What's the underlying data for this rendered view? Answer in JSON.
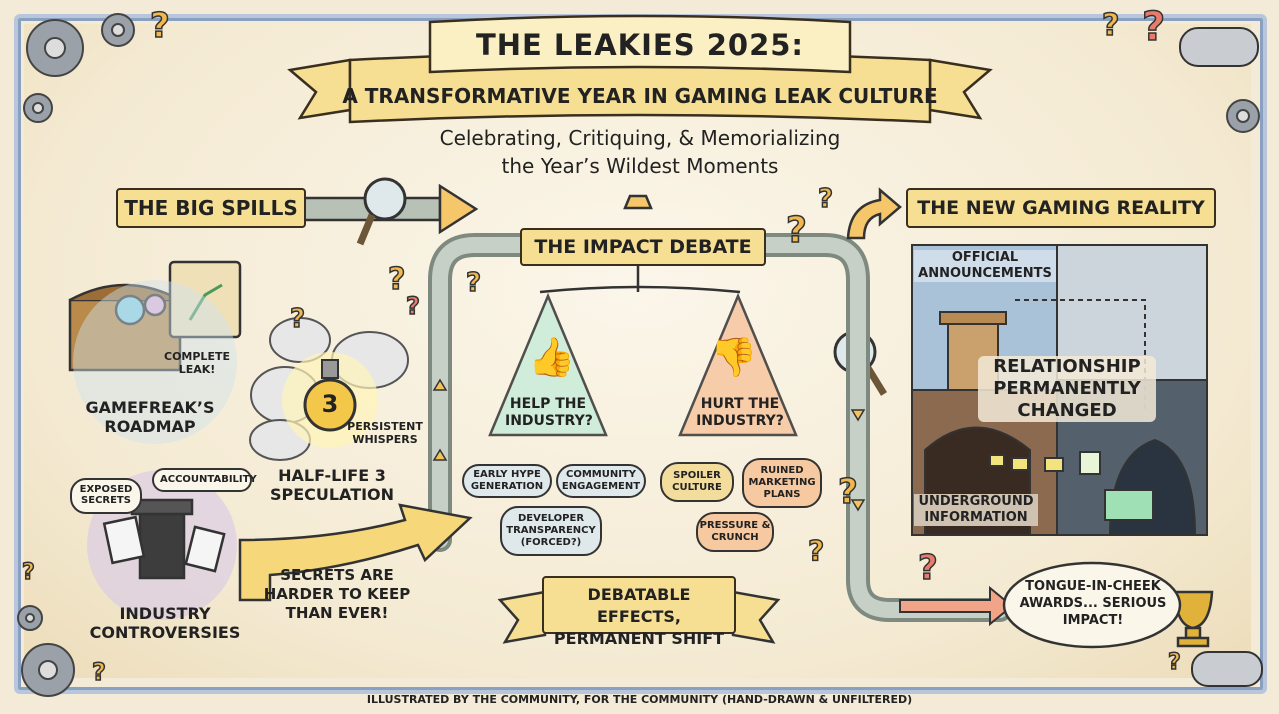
{
  "title": {
    "line1": "THE LEAKIES 2025:",
    "line2": "A TRANSFORMATIVE YEAR IN GAMING LEAK CULTURE",
    "subtitle_line1": "Celebrating, Critiquing, & Memorializing",
    "subtitle_line2": "the Year’s Wildest Moments"
  },
  "big_spills": {
    "heading": "THE BIG SPILLS",
    "gamefreak": {
      "badge": "COMPLETE LEAK!",
      "caption": "GAMEFREAK’S ROADMAP"
    },
    "halflife": {
      "badge_number": "3",
      "whispers": "PERSISTENT WHISPERS",
      "caption": "HALF-LIFE 3 SPECULATION"
    },
    "controversies": {
      "bubble1": "EXPOSED SECRETS",
      "bubble2": "ACCOUNTABILITY",
      "caption": "INDUSTRY CONTROVERSIES"
    },
    "arrow_text": "SECRETS ARE HARDER TO KEEP THAN EVER!"
  },
  "impact": {
    "heading": "THE IMPACT DEBATE",
    "help": {
      "label": "HELP THE INDUSTRY?",
      "items": [
        "EARLY HYPE GENERATION",
        "COMMUNITY ENGAGEMENT",
        "DEVELOPER TRANSPARENCY (FORCED?)"
      ]
    },
    "hurt": {
      "label": "HURT THE INDUSTRY?",
      "items": [
        "SPOILER CULTURE",
        "RUINED MARKETING PLANS",
        "PRESSURE & CRUNCH"
      ]
    },
    "conclusion": "DEBATABLE EFFECTS, PERMANENT SHIFT"
  },
  "reality": {
    "heading": "THE NEW GAMING REALITY",
    "official": "OFFICIAL ANNOUNCEMENTS",
    "relationship": "RELATIONSHIP PERMANENTLY CHANGED",
    "underground": "UNDERGROUND INFORMATION",
    "awards": "TONGUE-IN-CHEEK AWARDS... SERIOUS IMPACT!"
  },
  "footer": "ILLUSTRATED BY THE COMMUNITY, FOR THE COMMUNITY (HAND-DRAWN & UNFILTERED)",
  "colors": {
    "banner": "#f6df93",
    "frame": "#b8c6dc",
    "pipe": "#b7c1b5",
    "help": "#bfe3d0",
    "hurt": "#f6c9a0",
    "question": "#f2b84b"
  }
}
